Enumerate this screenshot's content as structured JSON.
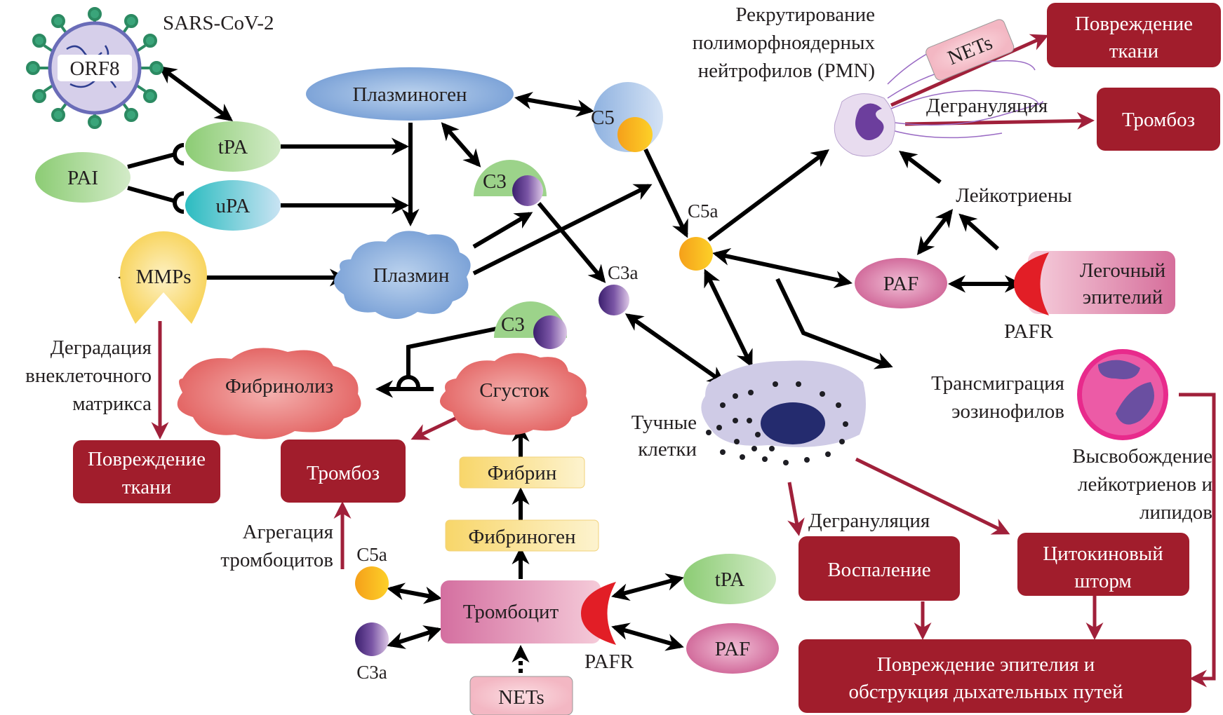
{
  "title": "SARS-CoV-2",
  "virus": {
    "label": "ORF8"
  },
  "molecules": {
    "tpa_top": "tPA",
    "pai": "PAI",
    "upa": "uPA",
    "plasminogen": "Плазминоген",
    "plasmin": "Плазмин",
    "mmps": "MMPs",
    "c5": "C5",
    "c3_top": "C3",
    "c3_mid": "C3",
    "c5a_mid": "C5a",
    "c3a_mid": "C3a",
    "fibrinolysis": "Фибринолиз",
    "clot": "Сгусток",
    "fibrin": "Фибрин",
    "fibrinogen": "Фибриноген",
    "platelet": "Тромбоцит",
    "pafr_bottom": "PAFR",
    "tpa_bottom": "tPA",
    "paf_bottom": "PAF",
    "nets_bottom": "NETs",
    "c5a_bottom": "C5a",
    "c3a_bottom": "C3a",
    "paf_mid": "PAF",
    "pafr_mid": "PAFR",
    "lung_epithelium": [
      "Легочный",
      "эпителий"
    ],
    "leukotrienes": "Лейкотриены",
    "nets_top": "NETs"
  },
  "labels": {
    "pmn_recruitment": [
      "Рекрутирование",
      "полиморфноядерных",
      "нейтрофилов (PMN)"
    ],
    "degranulation_top": "Дегрануляция",
    "ecm_degradation": [
      "Деградация",
      "внеклеточного",
      "матрикса"
    ],
    "platelet_aggregation": [
      "Агрегация",
      "тромбоцитов"
    ],
    "mast_cells": [
      "Тучные",
      "клетки"
    ],
    "eosinophil_transmigration": [
      "Трансмиграция",
      "эозинофилов"
    ],
    "leukotriene_release": [
      "Высвобождение",
      "лейкотриенов и",
      "липидов"
    ],
    "degranulation_bottom": "Дегрануляция"
  },
  "outcomes": {
    "tissue_damage_top": [
      "Повреждение",
      "ткани"
    ],
    "thrombosis_top": "Тромбоз",
    "tissue_damage_left": [
      "Повреждение",
      "ткани"
    ],
    "thrombosis_left": "Тромбоз",
    "inflammation": "Воспаление",
    "cytokine_storm": [
      "Цитокиновый",
      "шторм"
    ],
    "epithelium_damage": [
      "Повреждение эпителия и",
      "обструкция дыхательных путей"
    ]
  },
  "colors": {
    "outcome_box": "#a11d2c",
    "pathway_arrow": "#a0203a",
    "activation_arrow": "#000000"
  }
}
